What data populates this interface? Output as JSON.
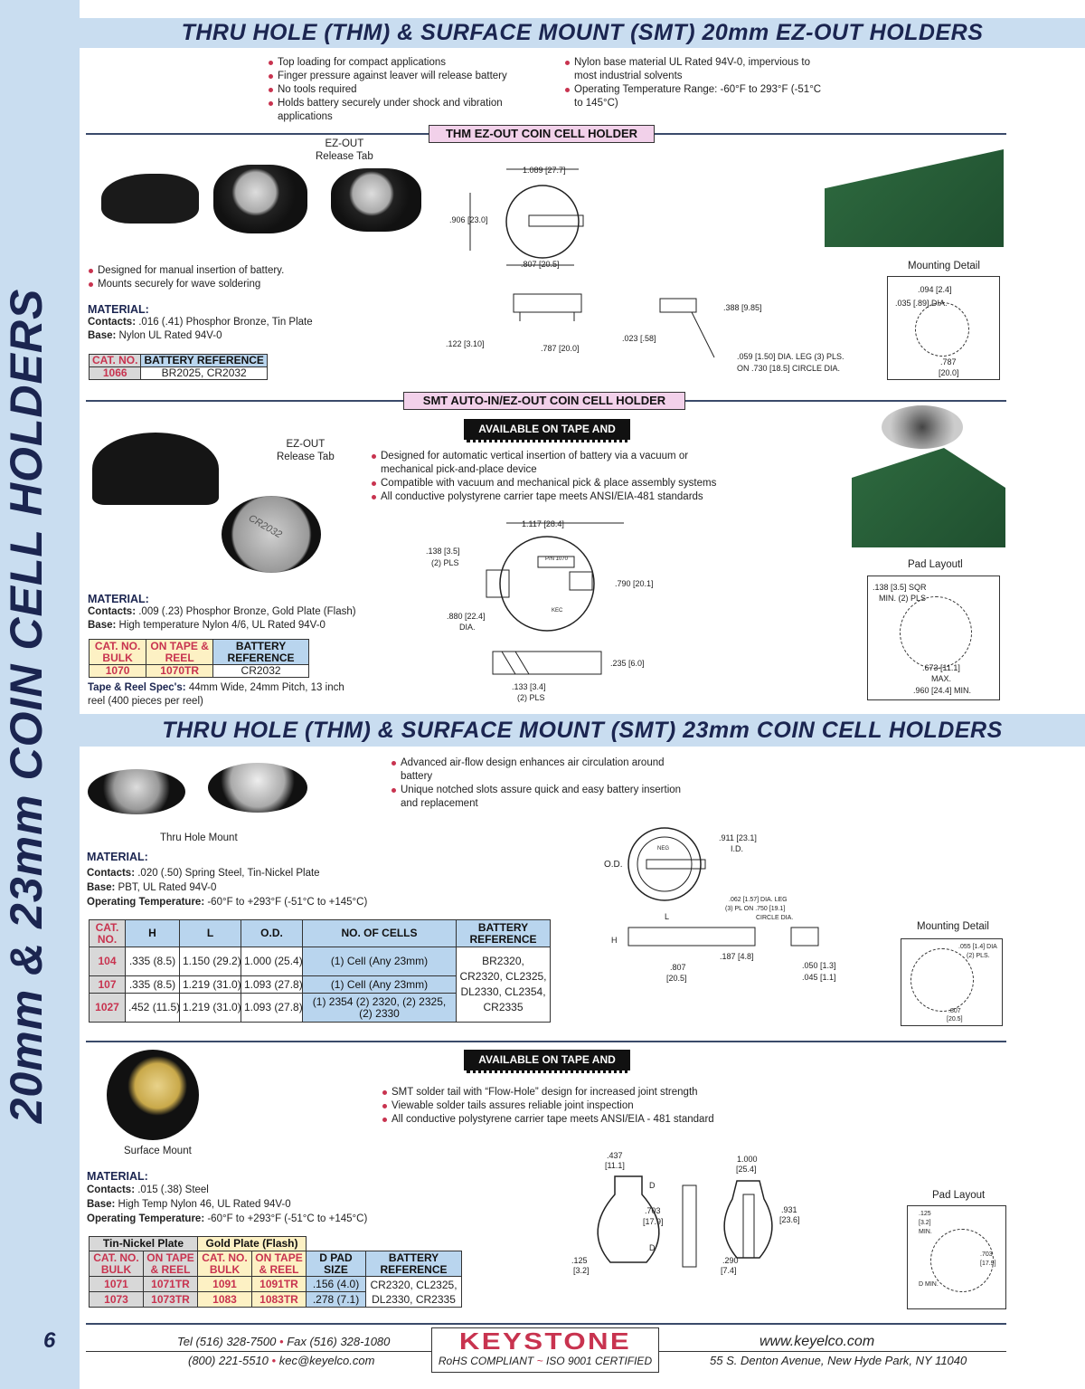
{
  "sidebar": {
    "title": "20mm & 23mm COIN CELL HOLDERS",
    "page_number": "6"
  },
  "section20": {
    "title": "THRU HOLE (THM) & SURFACE MOUNT (SMT) 20mm EZ-OUT HOLDERS",
    "bullets_left": [
      "Top loading for compact applications",
      "Finger pressure against leaver will release battery",
      "No tools required",
      "Holds battery securely under shock and vibration applications"
    ],
    "bullets_right": [
      "Nylon base material UL Rated 94V-0, impervious to most industrial solvents",
      "Operating Temperature Range: -60°F to 293°F (-51°C to 145°C)"
    ],
    "thm": {
      "heading": "THM EZ-OUT COIN CELL HOLDER",
      "callout": [
        "EZ-OUT",
        "Release Tab"
      ],
      "bullets": [
        "Designed for manual insertion of battery.",
        "Mounts securely for wave soldering"
      ],
      "material_title": "MATERIAL:",
      "contacts_label": "Contacts:",
      "contacts": " .016 (.41) Phosphor Bronze, Tin Plate",
      "base_label": "Base:",
      "base": " Nylon UL Rated 94V-0",
      "table": {
        "headers": [
          "CAT. NO.",
          "BATTERY REFERENCE"
        ],
        "rows": [
          [
            "1066",
            "BR2025, CR2032"
          ]
        ]
      },
      "dims": [
        "1.089 [27.7]",
        ".906 [23.0]",
        ".807 [20.5]",
        ".122 [3.10]",
        ".787 [20.0]",
        ".023 [.58]",
        ".388 [9.85]",
        ".059 [1.50] DIA. LEG (3) PLS.",
        "ON .730 [18.5] CIRCLE DIA."
      ],
      "mounting_title": "Mounting Detail",
      "mounting_dims": [
        ".094 [2.4]",
        ".035 [.89] DIA.",
        ".787",
        "[20.0]"
      ]
    },
    "smt": {
      "heading": "SMT AUTO-IN/EZ-OUT COIN CELL HOLDER",
      "tape_label": "AVAILABLE ON TAPE AND REEL",
      "callout": [
        "EZ-OUT",
        "Release Tab"
      ],
      "battery_marking": "CR2032",
      "bullets": [
        "Designed for automatic vertical insertion of battery via a vacuum or mechanical pick-and-place device",
        "Compatible with vacuum and mechanical pick & place assembly systems",
        "All conductive polystyrene carrier tape meets ANSI/EIA-481 standards"
      ],
      "material_title": "MATERIAL:",
      "contacts_label": "Contacts:",
      "contacts": " .009 (.23) Phosphor Bronze, Gold Plate (Flash)",
      "base_label": "Base:",
      "base": " High temperature Nylon 4/6, UL Rated 94V-0",
      "table": {
        "headers": [
          "CAT. NO. BULK",
          "ON TAPE & REEL",
          "BATTERY REFERENCE"
        ],
        "rows": [
          [
            "1070",
            "1070TR",
            "CR2032"
          ]
        ]
      },
      "tape_spec_label": "Tape & Reel Spec's:",
      "tape_spec": " 44mm Wide, 24mm Pitch, 13 inch reel (400 pieces per reel)",
      "dims": [
        "1.117 [28.4]",
        ".138 [3.5]",
        "(2) PLS",
        ".790 [20.1]",
        ".880 [22.4]",
        "DIA.",
        ".235 [6.0]",
        ".133 [3.4]",
        "(2) PLS",
        "P/N 1070",
        "KEC"
      ],
      "pad_title": "Pad Layoutl",
      "pad_dims": [
        ".138 [3.5] SQR",
        "MIN. (2) PLS",
        ".673 [11.1]",
        "MAX.",
        ".960 [24.4] MIN."
      ]
    }
  },
  "section23": {
    "title": "THRU HOLE (THM) & SURFACE MOUNT (SMT) 23mm COIN CELL HOLDERS",
    "thm": {
      "caption": "Thru Hole Mount",
      "bullets": [
        "Advanced air-flow design enhances air circulation around battery",
        "Unique notched slots assure quick and easy battery insertion and replacement"
      ],
      "material_title": "MATERIAL:",
      "contacts_label": "Contacts:",
      "contacts": " .020 (.50) Spring Steel, Tin-Nickel Plate",
      "base_label": "Base:",
      "base": " PBT,  UL Rated 94V-0",
      "temp_label": "Operating Temperature:",
      "temp": " -60°F to +293°F (-51°C to +145°C)",
      "table": {
        "headers": [
          "CAT. NO.",
          "H",
          "L",
          "O.D.",
          "NO. OF CELLS",
          "BATTERY REFERENCE"
        ],
        "rows": [
          [
            "104",
            ".335 (8.5)",
            "1.150 (29.2)",
            "1.000 (25.4)",
            "(1) Cell  (Any 23mm)"
          ],
          [
            "107",
            ".335 (8.5)",
            "1.219 (31.0)",
            "1.093 (27.8)",
            "(1) Cell  (Any 23mm)"
          ],
          [
            "1027",
            ".452 (11.5)",
            "1.219 (31.0)",
            "1.093 (27.8)",
            "(1) 2354 (2) 2320, (2) 2325, (2) 2330"
          ]
        ],
        "battery_reference": "BR2320, CR2320, CL2325, DL2330, CL2354, CR2335"
      },
      "dims": [
        ".911 [23.1]",
        "I.D.",
        "O.D.",
        "NEG",
        "L",
        "H",
        ".062 [1.57] DIA. LEG",
        "(3) PL ON .750 [19.1]",
        "CIRCLE DIA.",
        ".187 [4.8]",
        ".807",
        "[20.5]",
        ".050 [1.3]",
        ".045 [1.1]"
      ],
      "mounting_title": "Mounting Detail",
      "mounting_dims": [
        ".055 [1.4] DIA",
        "(2) PLS.",
        ".807",
        "[20.5]"
      ]
    },
    "smt": {
      "tape_label": "AVAILABLE ON TAPE AND REEL",
      "caption": "Surface Mount",
      "bullets": [
        "SMT solder tail with “Flow-Hole” design for increased joint strength",
        "Viewable solder tails assures reliable joint inspection",
        "All conductive polystyrene carrier tape meets ANSI/EIA - 481 standard"
      ],
      "material_title": "MATERIAL:",
      "contacts_label": "Contacts:",
      "contacts": " .015 (.38) Steel",
      "base_label": "Base:",
      "base": " High Temp Nylon 46, UL Rated 94V-0",
      "temp_label": "Operating Temperature:",
      "temp": " -60°F to +293°F (-51°C to +145°C)",
      "table": {
        "groups": [
          "Tin-Nickel Plate",
          "Gold Plate (Flash)"
        ],
        "headers": [
          "CAT. NO. BULK",
          "ON TAPE & REEL",
          "CAT. NO. BULK",
          "ON TAPE & REEL",
          "D PAD SIZE",
          "BATTERY REFERENCE"
        ],
        "rows": [
          [
            "1071",
            "1071TR",
            "1091",
            "1091TR",
            ".156 (4.0)"
          ],
          [
            "1073",
            "1073TR",
            "1083",
            "1083TR",
            ".278 (7.1)"
          ]
        ],
        "battery_reference": "CR2320, CL2325, DL2330, CR2335"
      },
      "dims": [
        ".437",
        "[11.1]",
        "D",
        ".703",
        "[17.9]",
        "D",
        ".125",
        "[3.2]",
        "1.000",
        "[25.4]",
        ".931",
        "[23.6]",
        ".290",
        "[7.4]"
      ],
      "pad_title": "Pad Layout",
      "pad_dims": [
        ".125",
        "[3.2]",
        "MIN.",
        ".703",
        "[17.9]",
        "D MIN."
      ]
    }
  },
  "footer": {
    "tel": "Tel (516) 328-7500",
    "fax": "Fax (516) 328-1080",
    "phone": "(800) 221-5510",
    "email": "kec@keyelco.com",
    "logo": "KEYSTONE",
    "rohs": "RoHS COMPLIANT",
    "iso": "ISO 9001 CERTIFIED",
    "url": "www.keyelco.com",
    "address": "55 S. Denton Avenue, New Hyde Park, NY 11040"
  },
  "colors": {
    "navy": "#1b2550",
    "band": "#c9ddf0",
    "accent": "#c8334f",
    "pink": "#f2d1ea"
  }
}
